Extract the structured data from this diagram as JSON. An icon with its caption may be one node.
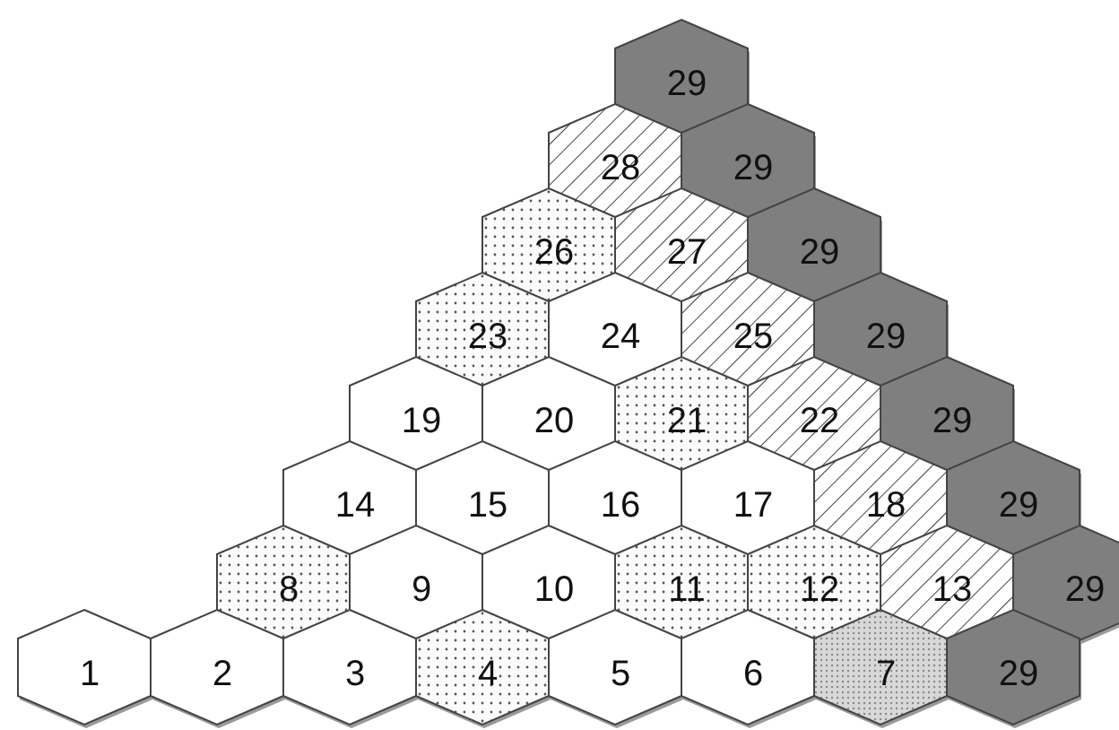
{
  "diagram": {
    "nodes": [
      {
        "text": [
          "29"
        ]
      },
      {
        "text": [
          "28"
        ]
      },
      {
        "text": [
          "29"
        ]
      },
      {
        "text": [
          "26"
        ]
      },
      {
        "text": [
          "27"
        ]
      },
      {
        "text": [
          "29"
        ]
      },
      {
        "text": [
          "23"
        ]
      },
      {
        "text": [
          "24"
        ]
      },
      {
        "text": [
          "25"
        ]
      },
      {
        "text": [
          "29"
        ]
      },
      {
        "text": [
          "19"
        ]
      },
      {
        "text": [
          "20"
        ]
      },
      {
        "text": [
          "21"
        ]
      },
      {
        "text": [
          "22"
        ]
      },
      {
        "text": [
          "29"
        ]
      },
      {
        "text": [
          "14"
        ]
      },
      {
        "text": [
          "15"
        ]
      },
      {
        "text": [
          "16"
        ]
      },
      {
        "text": [
          "17"
        ]
      },
      {
        "text": [
          "18"
        ]
      },
      {
        "text": [
          "29"
        ]
      },
      {
        "text": [
          "8"
        ]
      },
      {
        "text": [
          "9"
        ]
      },
      {
        "text": [
          "10"
        ]
      },
      {
        "text": [
          "11"
        ]
      },
      {
        "text": [
          "12"
        ]
      },
      {
        "text": [
          "13"
        ]
      },
      {
        "text": [
          "29"
        ]
      },
      {
        "text": [
          "1"
        ]
      },
      {
        "text": [
          "2"
        ]
      },
      {
        "text": [
          "3"
        ]
      },
      {
        "text": [
          "4"
        ]
      },
      {
        "text": [
          "5"
        ]
      },
      {
        "text": [
          "6"
        ]
      },
      {
        "text": [
          "7"
        ]
      },
      {
        "text": [
          "29"
        ]
      }
    ]
  }
}
